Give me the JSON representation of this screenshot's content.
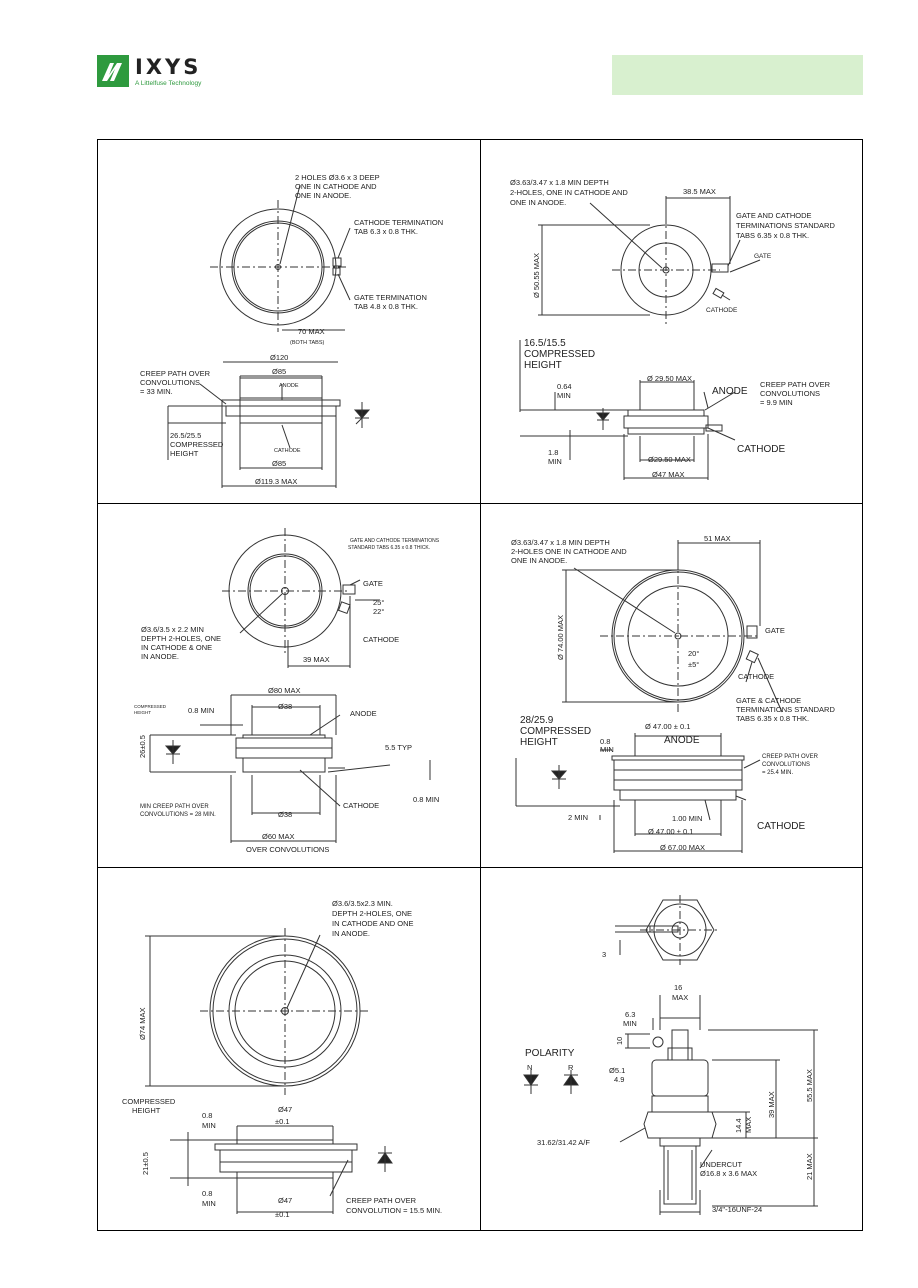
{
  "header": {
    "brand": "IXYS",
    "tagline": "A Littelfuse Technology",
    "banner_color": "#d8f0cf",
    "brand_color": "#2e9a3e"
  },
  "panels": {
    "p1": {
      "holes": "2 HOLES Ø3.6 x 3 DEEP",
      "holes2": "ONE IN CATHODE AND",
      "holes3": "ONE IN ANODE.",
      "cath1": "CATHODE TERMINATION",
      "cath2": "TAB 6.3 x 0.8 THK.",
      "gate1": "GATE TERMINATION",
      "gate2": "TAB 4.8 x 0.8 THK.",
      "max70": "70 MAX",
      "both": "(BOTH TABS)",
      "d120": "Ø120",
      "d85": "Ø85",
      "anode": "ANODE",
      "creep1": "CREEP PATH OVER",
      "creep2": "CONVOLUTIONS",
      "creep3": "= 33 MIN.",
      "h1": "26.5/25.5",
      "h2": "COMPRESSED",
      "h3": "HEIGHT",
      "cathode": "CATHODE",
      "d85b": "Ø85",
      "d1193": "Ø119.3 MAX"
    },
    "p2": {
      "d1": "Ø3.63/3.47 x 1.8 MIN DEPTH",
      "d2": "2-HOLES, ONE IN CATHODE AND",
      "d3": "ONE IN ANODE.",
      "max385": "38.5 MAX",
      "g1": "GATE AND CATHODE",
      "g2": "TERMINATIONS STANDARD",
      "g3": "TABS 6.35 x 0.8 THK.",
      "gate": "GATE",
      "d5055": "Ø 50.55 MAX",
      "cathode": "CATHODE",
      "h1": "16.5/15.5",
      "h2": "COMPRESSED",
      "h3": "HEIGHT",
      "d2950": "Ø 29.50 MAX",
      "anode": "ANODE",
      "c1": "CREEP PATH OVER",
      "c2": "CONVOLUTIONS",
      "c3": "= 9.9 MIN",
      "m064": "0.64",
      "min": "MIN",
      "cathode2": "CATHODE",
      "m18": "1.8",
      "min2": "MIN",
      "d2950b": "Ø29.50 MAX",
      "d47": "Ø47 MAX"
    },
    "p3": {
      "g1": "GATE AND CATHODE TERMINATIONS",
      "g2": "STANDARD TABS 6.35 x 0.8 THICK.",
      "gate": "GATE",
      "a25": "25°",
      "a22": "22°",
      "h1": "Ø3.6/3.5 x 2.2 MIN",
      "h2": "DEPTH 2-HOLES, ONE",
      "h3": "IN CATHODE & ONE",
      "h4": "IN ANODE.",
      "cathode": "CATHODE",
      "max39": "39 MAX",
      "ch1": "COMPRESSED",
      "ch2": "HEIGHT",
      "d80": "Ø80 MAX",
      "m08": "0.8 MIN",
      "anode": "ANODE",
      "d38": "Ø38",
      "z": "26±0.5",
      "typ": "5.5 TYP",
      "cathode2": "CATHODE",
      "creep1": "MIN CREEP PATH OVER",
      "creep2": "CONVOLUTIONS = 28 MIN.",
      "m08b": "0.8 MIN",
      "d38b": "Ø38",
      "d60": "Ø60 MAX",
      "over": "OVER CONVOLUTIONS"
    },
    "p4": {
      "d1": "Ø3.63/3.47 x 1.8 MIN DEPTH",
      "d2": "2-HOLES ONE IN CATHODE AND",
      "d3": "ONE IN ANODE.",
      "max51": "51 MAX",
      "d74": "Ø 74.00 MAX",
      "gate": "GATE",
      "a20": "20°",
      "a5": "±5°",
      "cathode": "CATHODE",
      "g1": "GATE & CATHODE",
      "g2": "TERMINATIONS STANDARD",
      "g3": "TABS 6.35 x 0.8 THK.",
      "h1": "28/25.9",
      "h2": "COMPRESSED",
      "h3": "HEIGHT",
      "d47": "Ø 47.00 ± 0.1",
      "m08": "0.8",
      "min": "MIN",
      "anode": "ANODE",
      "c1": "CREEP PATH OVER",
      "c2": "CONVOLUTIONS",
      "c3": "= 25.4 MIN.",
      "m2": "2 MIN",
      "m100": "1.00 MIN",
      "cathode2": "CATHODE",
      "d47b": "Ø 47.00 ± 0.1",
      "d67": "Ø 67.00 MAX"
    },
    "p5": {
      "h1": "Ø3.6/3.5x2.3 MIN.",
      "h2": "DEPTH 2-HOLES, ONE",
      "h3": "IN CATHODE AND ONE",
      "h4": "IN ANODE.",
      "d74": "Ø74 MAX",
      "ch1": "COMPRESSED",
      "ch2": "HEIGHT",
      "m08": "0.8",
      "min": "MIN",
      "d47": "Ø47",
      "tol": "±0.1",
      "z": "21±0.5",
      "m08b": "0.8",
      "min2": "MIN",
      "d47b": "Ø47",
      "tol2": "±0.1",
      "c1": "CREEP PATH OVER",
      "c2": "CONVOLUTION = 15.5 MIN."
    },
    "p6": {
      "m3": "3",
      "m16": "16",
      "max": "MAX",
      "m63": "6.3",
      "min": "MIN",
      "m10": "10",
      "pol": "POLARITY",
      "n": "N",
      "r": "R",
      "d51": "Ø5.1",
      "d49": "4.9",
      "max39": "39 MAX",
      "max555": "55.5 MAX",
      "m144": "14.4",
      "max2": "MAX",
      "af": "31.62/31.42 A/F",
      "uc1": "UNDERCUT",
      "uc2": "Ø16.8 x 3.6 MAX",
      "max21": "21 MAX",
      "thread": "3/4\"-16UNF-24"
    }
  }
}
